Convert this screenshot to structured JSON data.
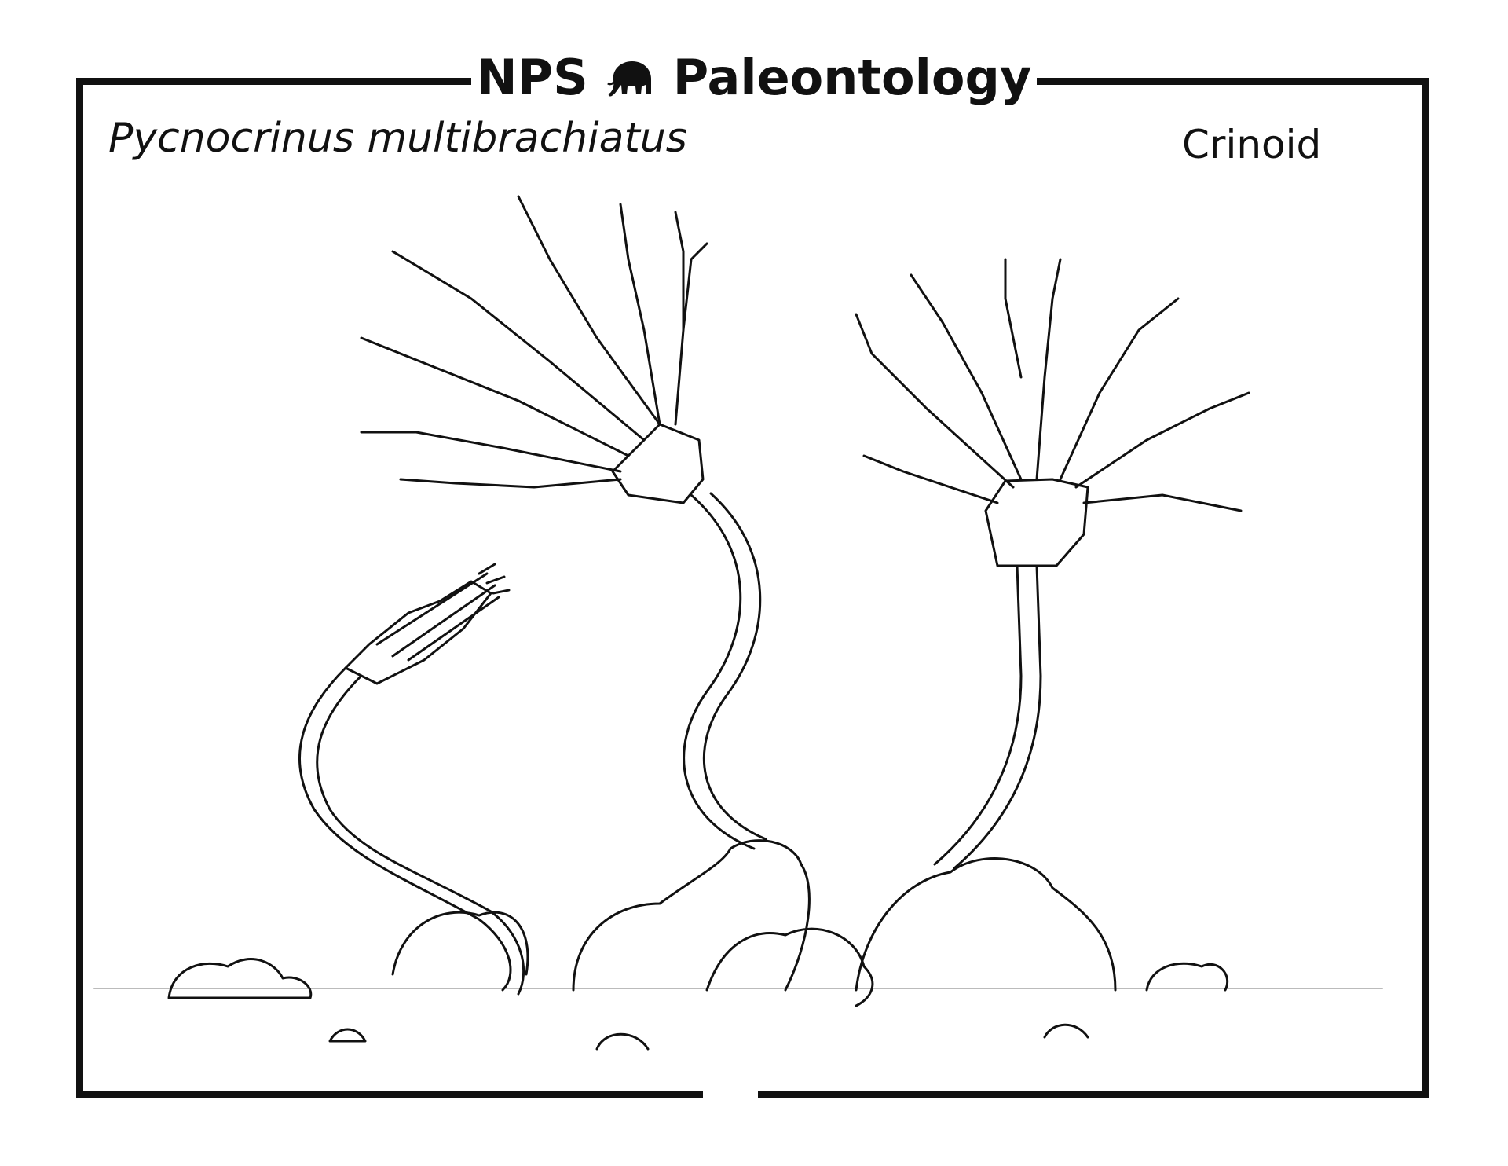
{
  "header": {
    "left_text": "NPS",
    "right_text": "Paleontology",
    "logo_icon": "mammoth-icon"
  },
  "sheet": {
    "species_name": "Pycnocrinus multibrachiatus",
    "common_name": "Crinoid"
  },
  "colors": {
    "ink": "#111111",
    "paper": "#ffffff"
  }
}
